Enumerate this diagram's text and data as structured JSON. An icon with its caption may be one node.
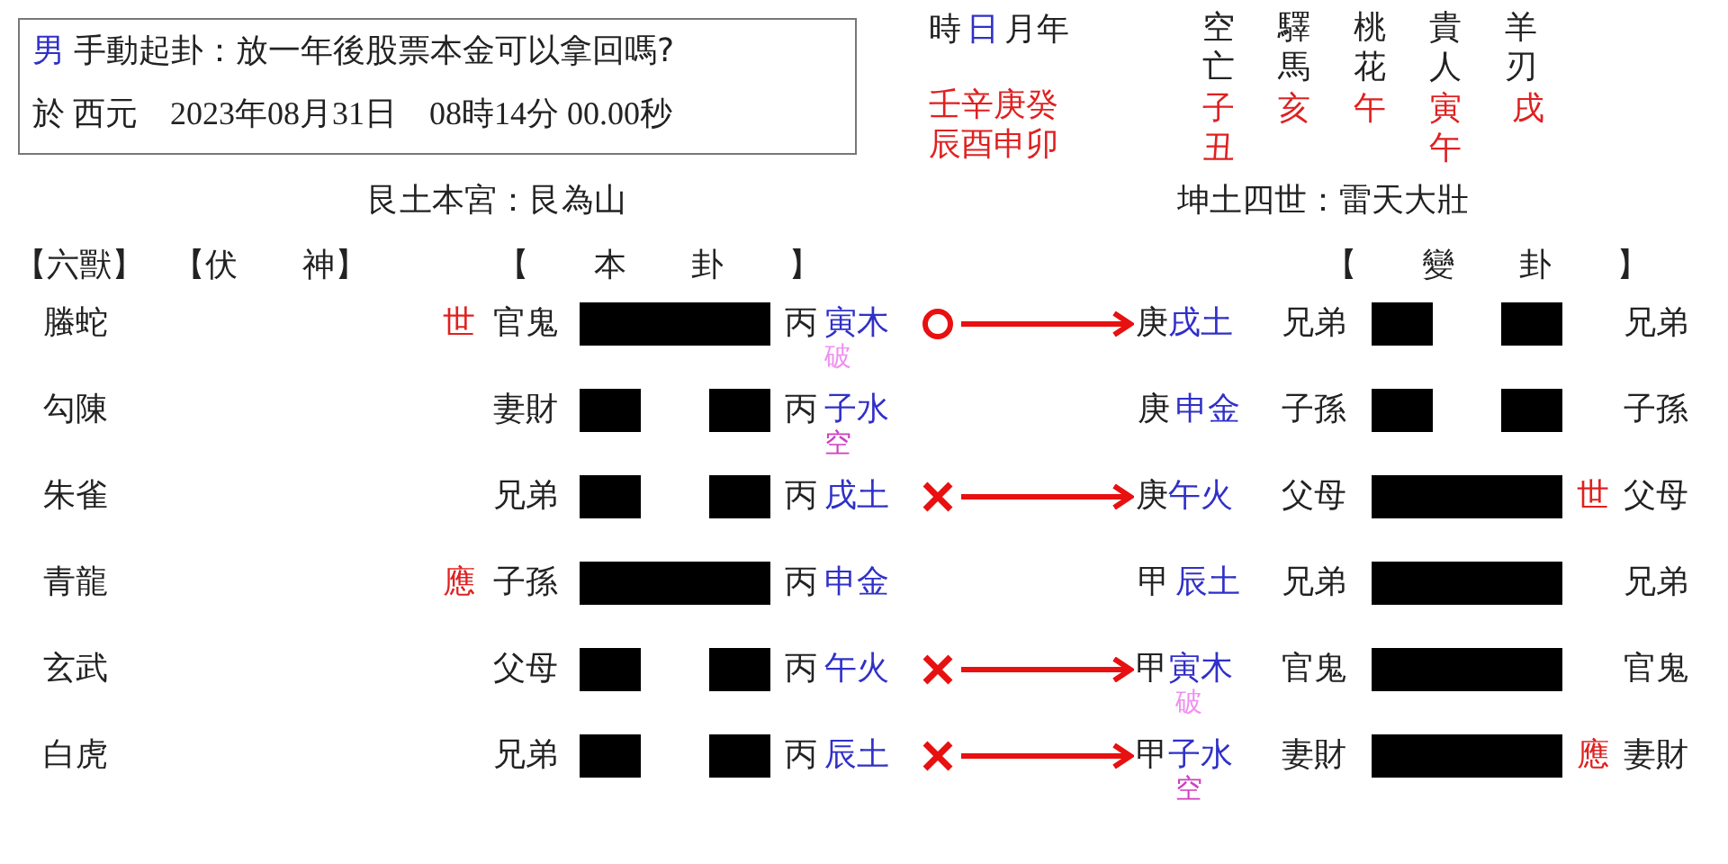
{
  "diagram": {
    "nodes": [
      {
        "text": [
          "男",
          "手動起卦：放一年後股票本金可以拿回嗎?",
          "於 西元　2023年08月31日　08時14分 00.00秒"
        ]
      },
      {
        "text": [],
        "shape": "circle"
      },
      {
        "text": [
          "庚",
          "戌土"
        ]
      },
      {
        "text": [],
        "shape": "cross"
      },
      {
        "text": [
          "庚",
          "午火"
        ]
      },
      {
        "text": [],
        "shape": "cross"
      },
      {
        "text": [
          "甲",
          "寅木"
        ],
        "beside": [
          "破"
        ]
      },
      {
        "text": [],
        "shape": "cross"
      },
      {
        "text": [
          "甲",
          "子水"
        ],
        "beside": [
          "空"
        ]
      }
    ],
    "edges": [
      {
        "from": 1,
        "to": 2,
        "arrow": "to"
      },
      {
        "from": 3,
        "to": 4,
        "arrow": "to"
      },
      {
        "from": 5,
        "to": 6,
        "arrow": "to"
      },
      {
        "from": 7,
        "to": 8,
        "arrow": "to"
      }
    ],
    "labels": [
      "時",
      "日",
      "月年",
      "壬辛庚癸",
      "辰酉申卯",
      "空亡",
      "驛馬",
      "桃花",
      "貴人",
      "羊刃",
      "子丑",
      "亥",
      "午",
      "寅午",
      "戌",
      "艮土本宮：艮為山",
      "坤土四世：雷天大壯",
      "【六獸】",
      "【伏　　神】",
      "【　　本　　卦　　】",
      "【　　變　　卦　　】",
      "螣蛇",
      "世",
      "官鬼",
      "丙",
      "寅木",
      "破",
      "兄弟",
      "兄弟",
      "勾陳",
      "妻財",
      "丙",
      "子水",
      "空",
      "庚",
      "申金",
      "子孫",
      "子孫",
      "朱雀",
      "兄弟",
      "丙",
      "戌土",
      "父母",
      "世",
      "父母",
      "青龍",
      "應",
      "子孫",
      "丙",
      "申金",
      "甲",
      "辰土",
      "兄弟",
      "兄弟",
      "玄武",
      "父母",
      "丙",
      "午火",
      "官鬼",
      "官鬼",
      "白虎",
      "兄弟",
      "丙",
      "辰土",
      "妻財",
      "應",
      "妻財"
    ]
  }
}
